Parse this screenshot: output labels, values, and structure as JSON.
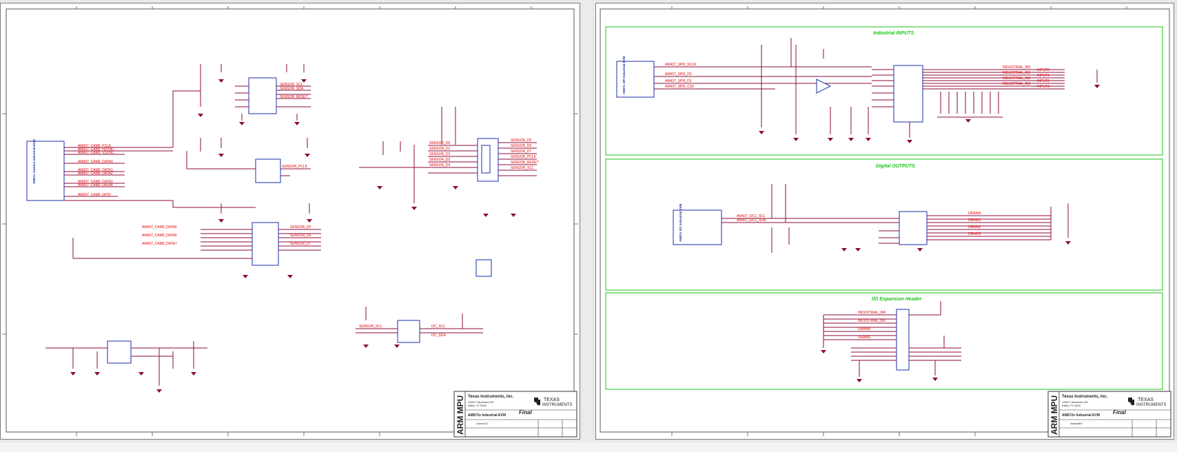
{
  "sheets": [
    {
      "connector": {
        "title": "AM57x Camera Industrial EVM",
        "nets": [
          "CAM0_PCLK",
          "CAM0_HSYNC",
          "CAM0_VSYNC",
          "CAM0_DATA0",
          "CAM0_DATA1",
          "CAM0_DATA2",
          "CAM0_DATA3",
          "CAM0_DATA4"
        ]
      },
      "title_block": {
        "vertical_label": "ARM MPU",
        "company": "Texas Instruments, Inc.",
        "address_lines": [
          "12500 TI Boulevard, MS",
          "Dallas, TX 75243"
        ],
        "status": "Final",
        "design_title": "AM572x Industrial EVM",
        "sheet_name": "Camera IO",
        "ti_logo_line1": "TEXAS",
        "ti_logo_line2": "INSTRUMENTS"
      }
    },
    {
      "sections": [
        "Industrial INPUTS",
        "Digital OUTPUTS",
        "I/O Expansion Header"
      ],
      "connector_inputs": {
        "title": "AM57x SPI Industrial EVM"
      },
      "connector_outputs": {
        "title": "AM57x I2C Industrial EVM"
      },
      "title_block": {
        "vertical_label": "ARM MPU",
        "company": "Texas Instruments, Inc.",
        "address_lines": [
          "12500 TI Boulevard, MS",
          "Dallas, TX 75243"
        ],
        "status": "Final",
        "design_title": "AM572x Industrial EVM",
        "sheet_name": "IndustrialIO",
        "ti_logo_line1": "TEXAS",
        "ti_logo_line2": "INSTRUMENTS"
      }
    }
  ],
  "colors": {
    "wire": "#8b0a3c",
    "net": "#e00000",
    "symbol": "#1a2ea8",
    "section": "#19c419",
    "ground": "#8b0a3c"
  }
}
